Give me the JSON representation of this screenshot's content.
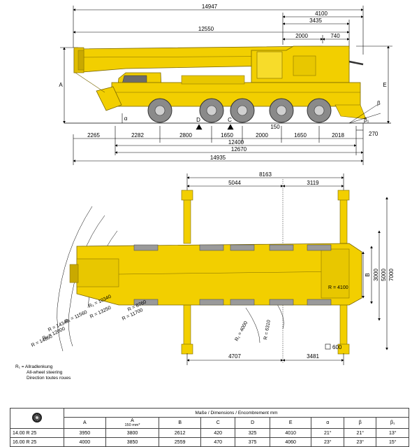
{
  "side_view": {
    "dims": {
      "top_total": "14947",
      "top_4100": "4100",
      "top_3435": "3435",
      "top_12550": "12550",
      "top_2000": "2000",
      "top_740": "740",
      "b_2265": "2265",
      "b_2282": "2282",
      "b_2800": "2800",
      "b_1650a": "1650",
      "b_2000": "2000",
      "b_1650b": "1650",
      "b_2018": "2018",
      "b_12400": "12400",
      "b_12670": "12670",
      "b_14935": "14935",
      "b_150": "150",
      "r_270": "270"
    },
    "letters": {
      "A": "A",
      "E": "E",
      "C": "C",
      "D": "D",
      "alpha": "α",
      "beta": "β",
      "beta1": "β₁"
    }
  },
  "top_view": {
    "dims": {
      "t_8163": "8163",
      "t_5044": "5044",
      "t_3119": "3119",
      "b_4707": "4707",
      "b_3481": "3481",
      "v_3000": "3000",
      "v_5000": "5000",
      "v_7000": "7000",
      "v_B": "B",
      "sq_600": "600"
    },
    "radii": {
      "r_4100": "R = 4100",
      "r_10340": "R₁ = 10340",
      "r_8760": "R = 8760",
      "r_13250": "R = 13250",
      "r_11700": "R = 11700",
      "r_11560": "R₁ = 11560",
      "r_14340": "R = 14340",
      "r_12000": "R₁ = 12000",
      "r_14850": "R = 14850",
      "r_4000": "R₁ = 4000",
      "r_6310": "R = 6310"
    }
  },
  "legend": {
    "line1": "R₁ = Allradlenkung",
    "line2": "All-wheel steering",
    "line3": "Direction toutes roues"
  },
  "table": {
    "caption": "Maße / Dimensions / Encombrement mm",
    "headers": [
      "A",
      "A",
      "B",
      "C",
      "D",
      "E",
      "α",
      "β",
      "β₁"
    ],
    "header_A2_sub": "150 mm*",
    "rows": [
      {
        "tyre": "14.00  R 25",
        "A": "3950",
        "A150": "3800",
        "B": "2612",
        "C": "420",
        "D": "325",
        "E": "4010",
        "alpha": "21°",
        "beta": "21°",
        "beta1": "13°"
      },
      {
        "tyre": "16.00  R 25",
        "A": "4000",
        "A150": "3850",
        "B": "2559",
        "C": "470",
        "D": "375",
        "E": "4060",
        "alpha": "23°",
        "beta": "23°",
        "beta1": "15°"
      }
    ]
  },
  "colors": {
    "crane_yellow": "#f2cf00",
    "crane_dark": "#9a8300",
    "tyre_grey": "#8a8a8a"
  }
}
